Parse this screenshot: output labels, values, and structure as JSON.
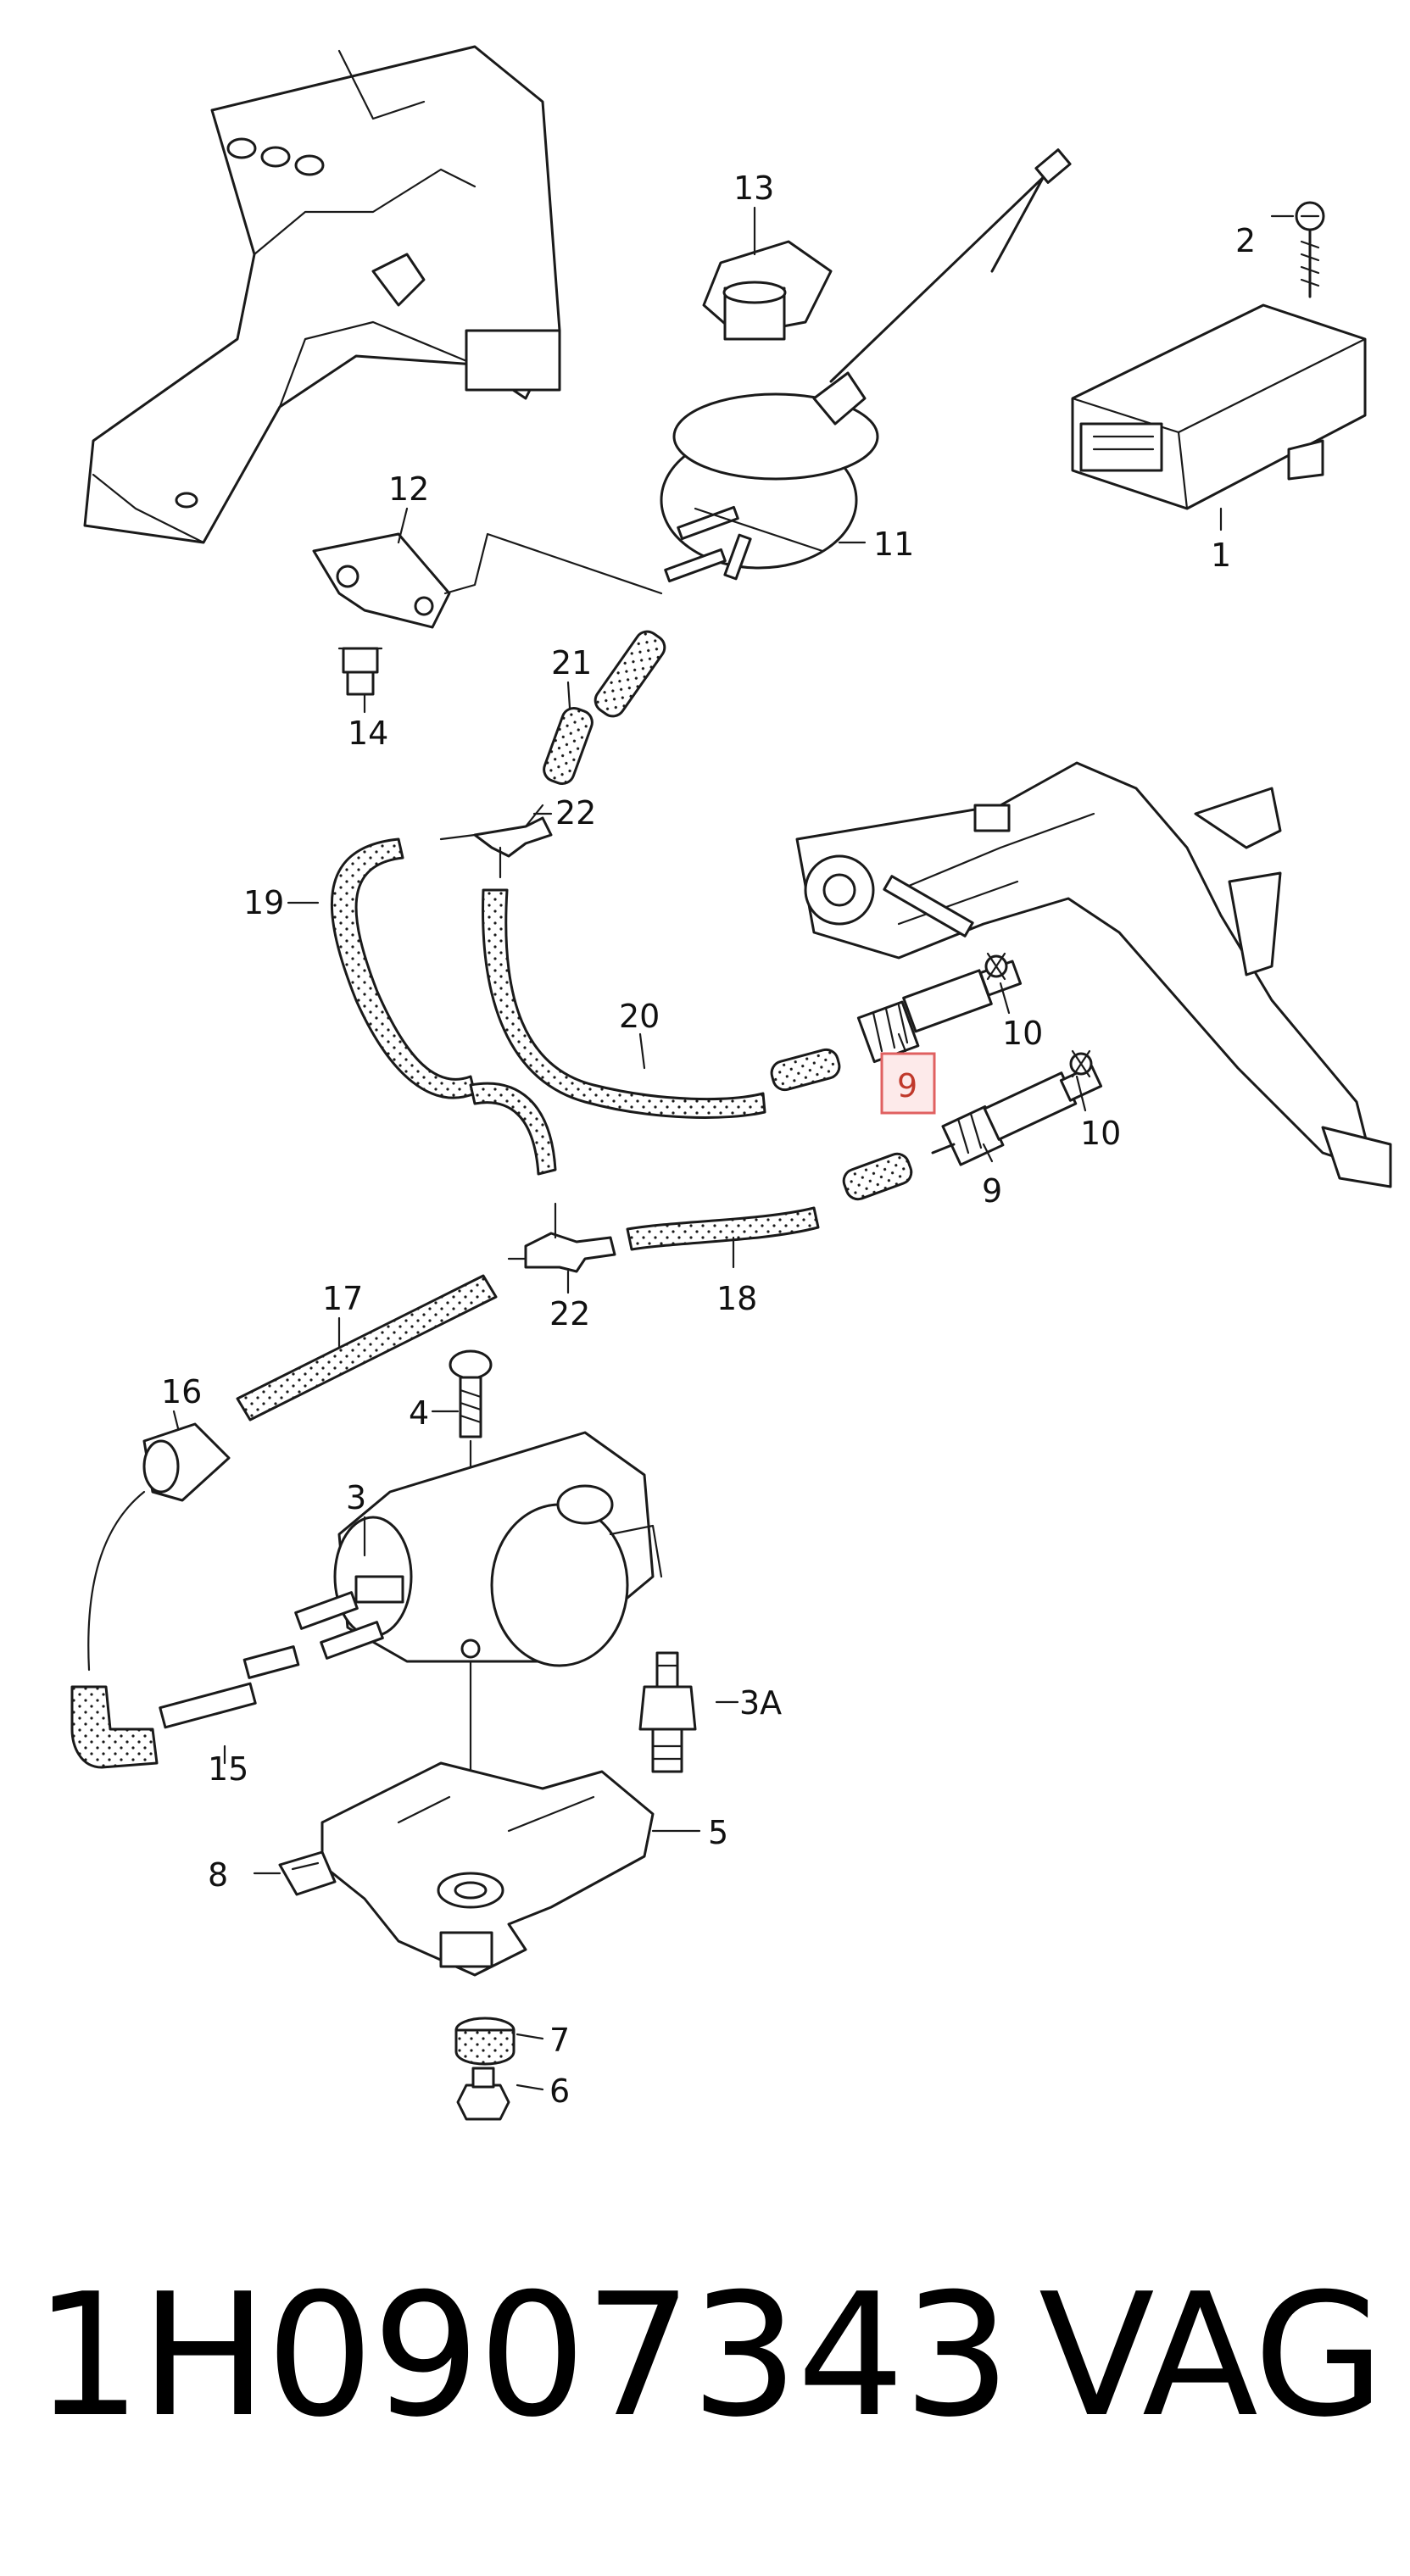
{
  "callouts": {
    "c1": "1",
    "c2": "2",
    "c3": "3",
    "c3a": "3A",
    "c4": "4",
    "c5": "5",
    "c6": "6",
    "c7": "7",
    "c8": "8",
    "c9a": "9",
    "c9b": "9",
    "c10a": "10",
    "c10b": "10",
    "c11": "11",
    "c12": "12",
    "c13": "13",
    "c14": "14",
    "c15": "15",
    "c16": "16",
    "c17": "17",
    "c18": "18",
    "c19": "19",
    "c20": "20",
    "c21": "21",
    "c22a": "22",
    "c22b": "22"
  },
  "highlight": {
    "item": "9",
    "color": "#e06060"
  },
  "footer": {
    "part_number": "1H0907343",
    "brand": "VAG"
  }
}
